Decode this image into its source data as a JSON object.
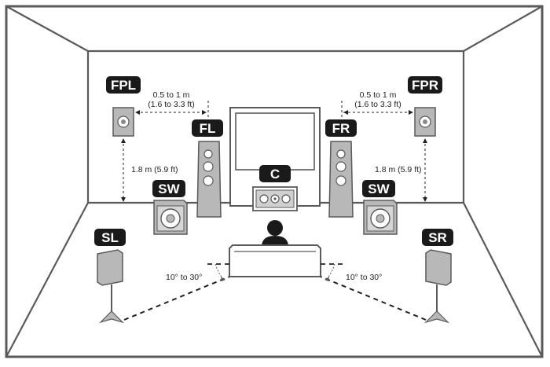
{
  "colors": {
    "line": "#5a5a5a",
    "wall_fill": "#ffffff",
    "speaker_fill": "#b8b8b8",
    "speaker_dark": "#8a8a8a",
    "label_bg": "#1a1a1a",
    "label_text": "#ffffff"
  },
  "speakers": {
    "fpl": "FPL",
    "fpr": "FPR",
    "fl": "FL",
    "fr": "FR",
    "c": "C",
    "sw_left": "SW",
    "sw_right": "SW",
    "sl": "SL",
    "sr": "SR"
  },
  "dimensions": {
    "left_spacing_line1": "0.5 to 1 m",
    "left_spacing_line2": "(1.6 to 3.3 ft)",
    "right_spacing_line1": "0.5 to 1 m",
    "right_spacing_line2": "(1.6 to 3.3 ft)",
    "left_height": "1.8 m (5.9 ft)",
    "right_height": "1.8 m (5.9 ft)"
  },
  "angles": {
    "left": "10° to 30°",
    "right": "10° to 30°"
  },
  "icons": [
    "listener-icon",
    "tv-icon",
    "center-speaker-icon",
    "floor-speaker-icon",
    "subwoofer-icon",
    "bookshelf-speaker-icon",
    "stand-speaker-icon"
  ]
}
